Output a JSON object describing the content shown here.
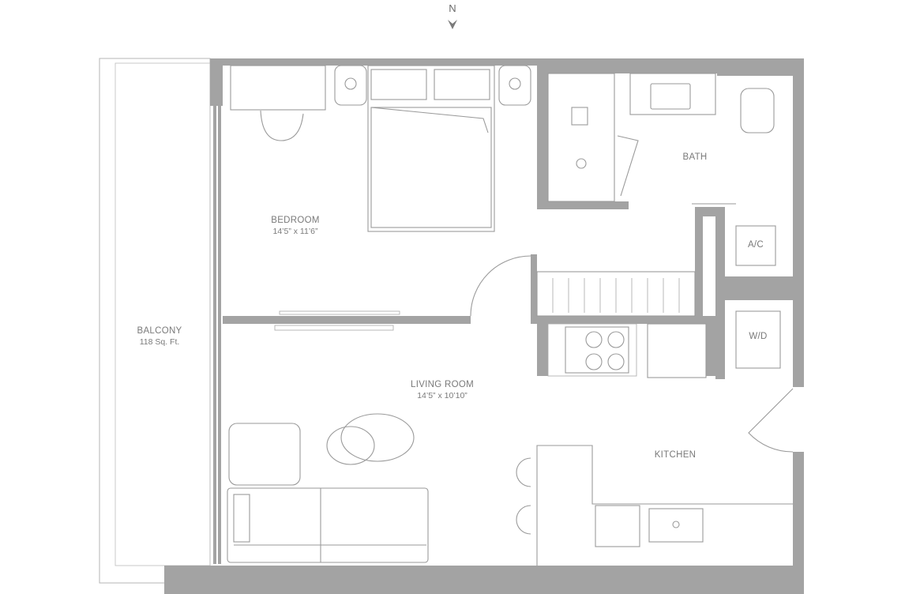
{
  "compass": {
    "label": "N"
  },
  "rooms": {
    "bedroom": {
      "label": "BEDROOM",
      "dimensions": "14’5” x 11’6”"
    },
    "living": {
      "label": "LIVING ROOM",
      "dimensions": "14’5” x 10’10”"
    },
    "balcony": {
      "label": "BALCONY",
      "area": "118 Sq. Ft."
    },
    "bath": {
      "label": "BATH"
    },
    "kitchen": {
      "label": "KITCHEN"
    },
    "ac": {
      "label": "A/C"
    },
    "wd": {
      "label": "W/D"
    }
  },
  "colors": {
    "wall": "#a3a3a3",
    "fixture_stroke": "#9a9a9a",
    "text": "#7a7a7a",
    "background": "#ffffff"
  }
}
